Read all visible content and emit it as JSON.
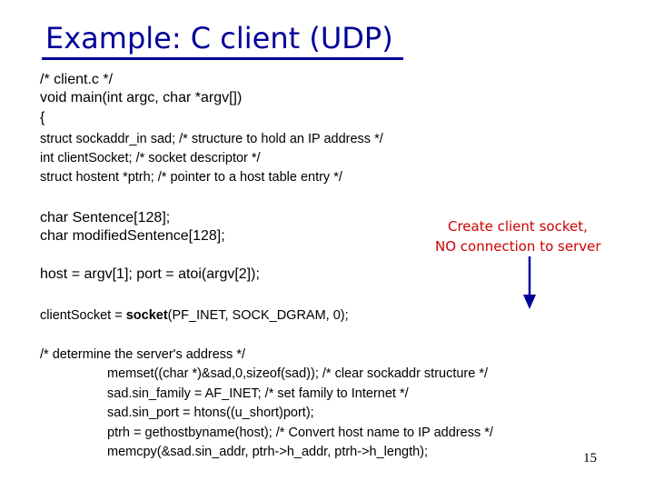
{
  "slide": {
    "title": "Example: C client (UDP)",
    "note": {
      "line1": "Create client socket,",
      "line2": "NO connection to server"
    },
    "code": {
      "l1": "/* client.c */",
      "l2": "void main(int argc, char *argv[])",
      "l3": "{",
      "l4": "struct sockaddr_in sad; /* structure to hold an IP address */",
      "l5": "int clientSocket; /* socket descriptor */",
      "l6": "struct hostent *ptrh; /* pointer to a host table entry */",
      "l7": "char Sentence[128];",
      "l8": "char modifiedSentence[128];",
      "l9": "host = argv[1]; port = atoi(argv[2]);",
      "l10_prefix": "clientSocket = ",
      "l10_func": "socket",
      "l10_suffix": "(PF_INET, SOCK_DGRAM, 0);",
      "l11": "/* determine the server's address */",
      "l12": "memset((char *)&sad,0,sizeof(sad)); /* clear sockaddr structure */",
      "l13": "sad.sin_family = AF_INET; /* set family to Internet */",
      "l14": "sad.sin_port = htons((u_short)port);",
      "l15": "ptrh = gethostbyname(host); /* Convert host name to IP address */",
      "l16": "memcpy(&sad.sin_addr, ptrh->h_addr, ptrh->h_length);"
    },
    "page_number": "15",
    "colors": {
      "title": "#000099",
      "note": "#cc0000",
      "arrow": "#000099"
    }
  }
}
